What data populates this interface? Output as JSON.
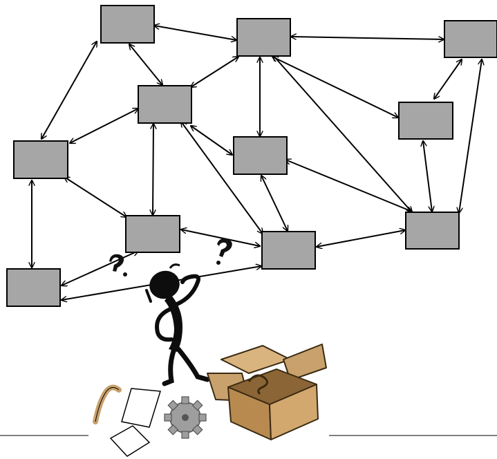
{
  "diagram": {
    "type": "network",
    "node_fill": "#a6a6a6",
    "node_stroke": "#000000",
    "edge_style": "bidirectional-arrow",
    "nodes": [
      {
        "id": "n1"
      },
      {
        "id": "n2"
      },
      {
        "id": "n3"
      },
      {
        "id": "n4"
      },
      {
        "id": "n5"
      },
      {
        "id": "n6"
      },
      {
        "id": "n7"
      },
      {
        "id": "n8"
      },
      {
        "id": "n9"
      },
      {
        "id": "n10"
      },
      {
        "id": "n11"
      },
      {
        "id": "n12"
      }
    ],
    "edges": [
      [
        "n1",
        "n2"
      ],
      [
        "n2",
        "n4"
      ],
      [
        "n3",
        "n5"
      ],
      [
        "n2",
        "n3"
      ],
      [
        "n3",
        "n4"
      ],
      [
        "n4",
        "n8"
      ],
      [
        "n4",
        "n10"
      ],
      [
        "n4",
        "n9"
      ],
      [
        "n5",
        "n8"
      ],
      [
        "n5",
        "n10"
      ],
      [
        "n5",
        "n9"
      ],
      [
        "n6",
        "n8"
      ],
      [
        "n8",
        "n11"
      ],
      [
        "n10",
        "n9"
      ],
      [
        "n9",
        "n12"
      ],
      [
        "n9",
        "n11"
      ],
      [
        "n11",
        "n12"
      ],
      [
        "n3",
        "n6"
      ],
      [
        "n3",
        "n9"
      ],
      [
        "n3",
        "n7"
      ],
      [
        "n4",
        "n7"
      ],
      [
        "n7",
        "n6"
      ],
      [
        "n7",
        "n11"
      ],
      [
        "n1",
        "n5"
      ],
      [
        "n7",
        "n12"
      ]
    ]
  },
  "illustration": {
    "figure": "confused-stick-figure",
    "box_color": "#c8a16c",
    "items": [
      "question-mark-icon",
      "question-mark-icon",
      "question-mark-icon",
      "cane-icon",
      "paper-icon",
      "paper-icon",
      "gear-icon",
      "box-icon"
    ]
  }
}
